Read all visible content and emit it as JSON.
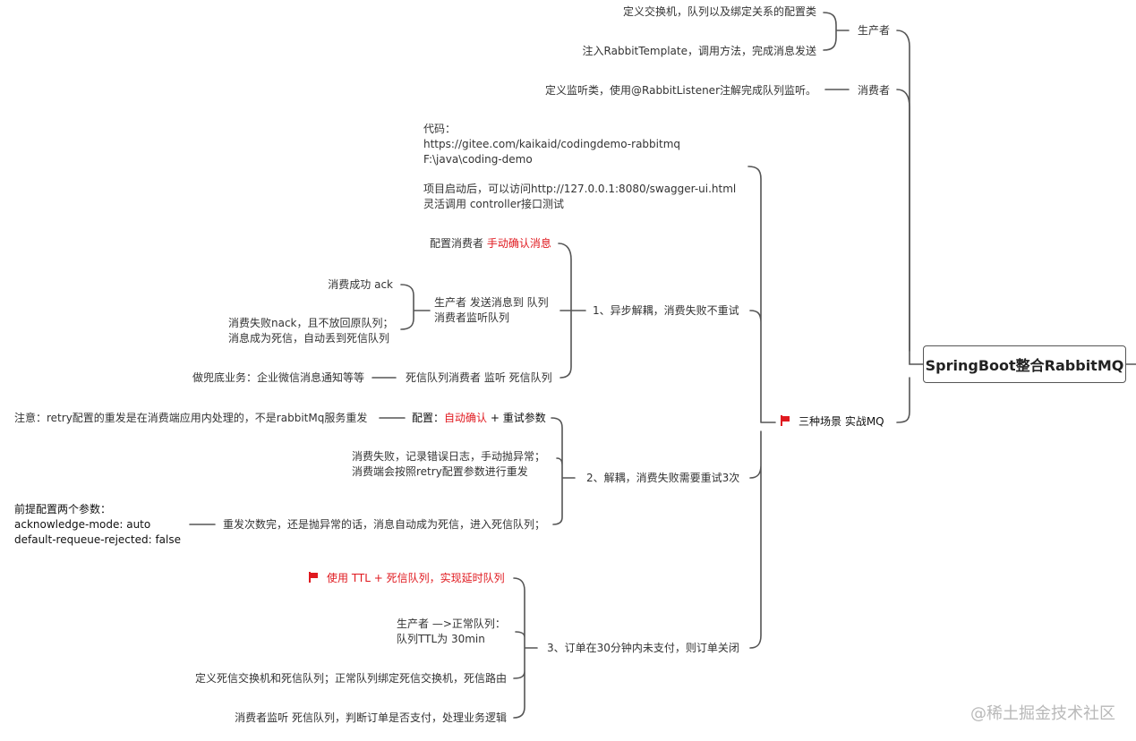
{
  "root": "SpringBoot整合RabbitMQ",
  "producer": {
    "label": "生产者",
    "items": [
      "定义交换机，队列以及绑定关系的配置类",
      "注入RabbitTemplate，调用方法，完成消息发送"
    ]
  },
  "consumer": {
    "label": "消费者",
    "item": "定义监听类，使用@RabbitListener注解完成队列监听。"
  },
  "scenes": {
    "label": "三种场景 实战MQ",
    "code_lines": [
      "代码：",
      "https://gitee.com/kaikaid/codingdemo-rabbitmq",
      "F:\\java\\coding-demo"
    ],
    "swagger_lines": [
      "项目启动后，可以访问http://127.0.0.1:8080/swagger-ui.html",
      "灵活调用 controller接口测试"
    ],
    "s1": {
      "label": "1、异步解耦，消费失败不重试",
      "config_prefix": "配置消费者 ",
      "config_red": "手动确认消息",
      "producer_lines": [
        "生产者 发送消息到 队列",
        "消费者监听队列"
      ],
      "ack": "消费成功 ack",
      "nack_lines": [
        "消费失败nack，且不放回原队列；",
        "消息成为死信，自动丢到死信队列"
      ],
      "dlq": "死信队列消费者 监听 死信队列",
      "fallback": "做兜底业务：企业微信消息通知等等"
    },
    "s2": {
      "label": "2、解耦，消费失败需要重试3次",
      "config_prefix": "配置：",
      "config_red": "自动确认",
      "config_suffix": " + 重试参数",
      "note": "注意：retry配置的重发是在消费端应用内处理的，不是rabbitMq服务重发",
      "fail_lines": [
        "消费失败，记录错误日志，手动抛异常；",
        "消费端会按照retry配置参数进行重发"
      ],
      "retry_done": "重发次数完，还是抛异常的话，消息自动成为死信，进入死信队列；",
      "params_lines": [
        "前提配置两个参数：",
        "acknowledge-mode: auto",
        "default-requeue-rejected: false"
      ]
    },
    "s3": {
      "label": "3、订单在30分钟内未支付，则订单关闭",
      "ttl": "使用 TTL + 死信队列，实现延时队列",
      "producer_lines": [
        "生产者 —>正常队列：",
        "队列TTL为 30min"
      ],
      "dlx": "定义死信交换机和死信队列；正常队列绑定死信交换机，死信路由",
      "consumer": "消费者监听 死信队列，判断订单是否支付，处理业务逻辑"
    }
  },
  "watermark": "@稀土掘金技术社区",
  "colors": {
    "line": "#555555",
    "accent": "#e0191f",
    "watermark": "#b9b9b9"
  }
}
